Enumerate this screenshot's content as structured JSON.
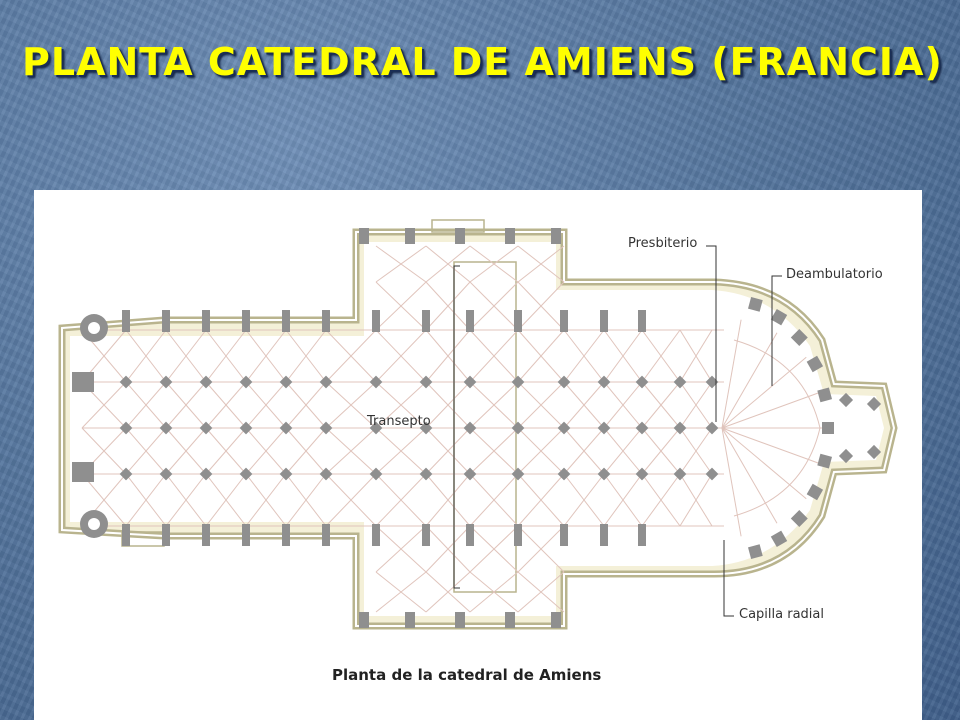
{
  "slide": {
    "title": "Planta catedral de Amiens (Francia)"
  },
  "figure": {
    "labels": {
      "presbiterio": "Presbiterio",
      "deambulatorio": "Deambulatorio",
      "transepto": "Transepto",
      "capilla_radial": "Capilla radial"
    },
    "caption": "Planta de la catedral de Amiens"
  },
  "colors": {
    "pier": "#8f8f8f",
    "wall_fill": "#f4f0d8",
    "wall_line": "#b9b48e",
    "vault_rib": "#e0c4bc",
    "callout_line": "#333333"
  }
}
